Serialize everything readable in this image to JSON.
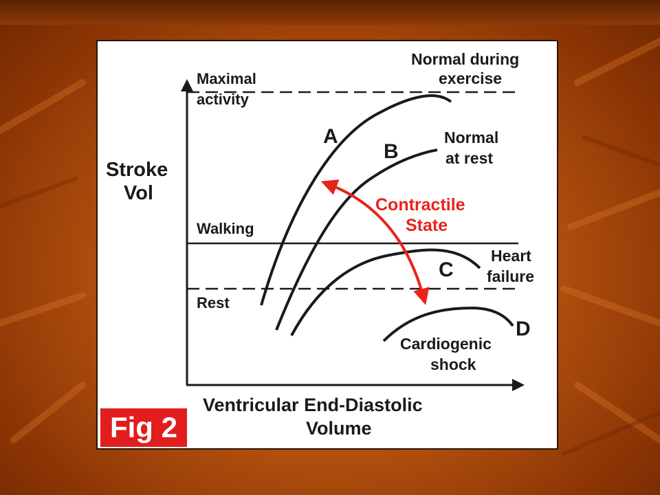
{
  "colors": {
    "accent_red": "#e8231a",
    "ink": "#1a1a1a",
    "badge": "#e21d1d",
    "slide_background": "#b4520f"
  },
  "diagram": {
    "y_axis_label": [
      "Stroke",
      "Vol"
    ],
    "x_axis_label": [
      "Ventricular End-Diastolic",
      "Volume"
    ],
    "levels": {
      "maximal": [
        "Maximal",
        "activity"
      ],
      "walking": "Walking",
      "rest": "Rest"
    },
    "curves": {
      "A": {
        "letter": "A",
        "caption": [
          "Normal during",
          "exercise"
        ]
      },
      "B": {
        "letter": "B",
        "caption": [
          "Normal",
          "at rest"
        ]
      },
      "C": {
        "letter": "C",
        "caption": [
          "Heart",
          "failure"
        ]
      },
      "D": {
        "letter": "D",
        "caption": [
          "Cardiogenic",
          "shock"
        ]
      }
    },
    "arrow_label": [
      "Contractile",
      "State"
    ],
    "figure_label": "Fig 2"
  }
}
